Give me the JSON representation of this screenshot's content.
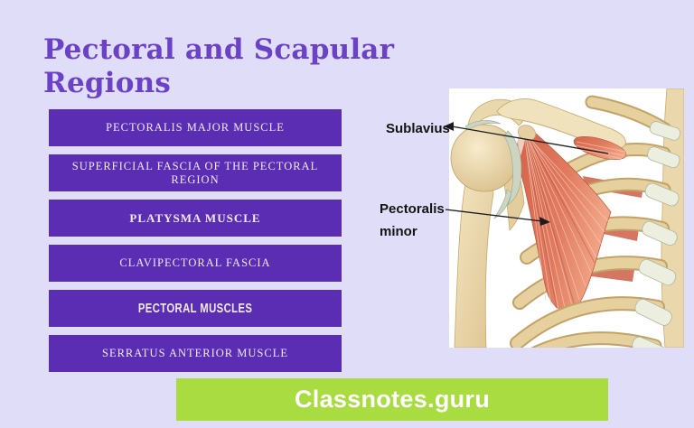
{
  "page": {
    "background_color": "#DFDDF7",
    "title": "Pectoral and Scapular Regions",
    "title_color": "#6B41C7"
  },
  "topics": {
    "button_color": "#5B2DB2",
    "button_text_color": "#EFE9FA",
    "items": [
      {
        "label": "PECTORALIS MAJOR MUSCLE"
      },
      {
        "label": "SUPERFICIAL FASCIA OF THE PECTORAL REGION"
      },
      {
        "label": "PLATYSMA MUSCLE"
      },
      {
        "label": "CLAVIPECTORAL FASCIA"
      },
      {
        "label": "PECTORAL MUSCLES"
      },
      {
        "label": "SERRATUS ANTERIOR MUSCLE"
      }
    ]
  },
  "figure": {
    "labels": {
      "sublavius": "Sublavius",
      "pectoralis_line1": "Pectoralis",
      "pectoralis_line2": "minor"
    },
    "muscle_color": "#E07A5E",
    "bone_color": "#E9D7AE",
    "cartilage_color": "#CCD4C2"
  },
  "footer": {
    "text": "Classnotes.guru",
    "background_color": "#A8DC40",
    "text_color": "#FFFFFF"
  }
}
